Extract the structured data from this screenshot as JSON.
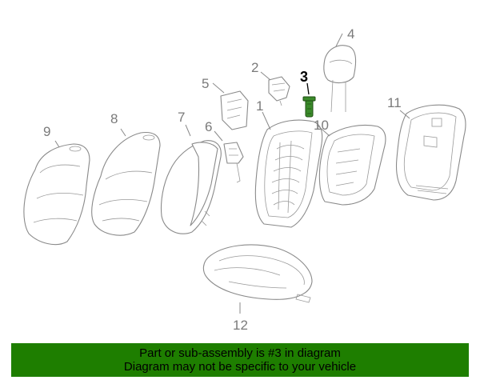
{
  "callouts": {
    "c1": "1",
    "c2": "2",
    "c3": "3",
    "c4": "4",
    "c5": "5",
    "c6": "6",
    "c7": "7",
    "c8": "8",
    "c9": "9",
    "c10": "10",
    "c11": "11",
    "c12": "12"
  },
  "highlight": {
    "part_number": "3",
    "color": "#3a8a2a"
  },
  "banner": {
    "line1": "Part or sub-assembly is #3 in diagram",
    "line2": "Diagram may not be specific to your vehicle",
    "background": "#1e7e00"
  }
}
